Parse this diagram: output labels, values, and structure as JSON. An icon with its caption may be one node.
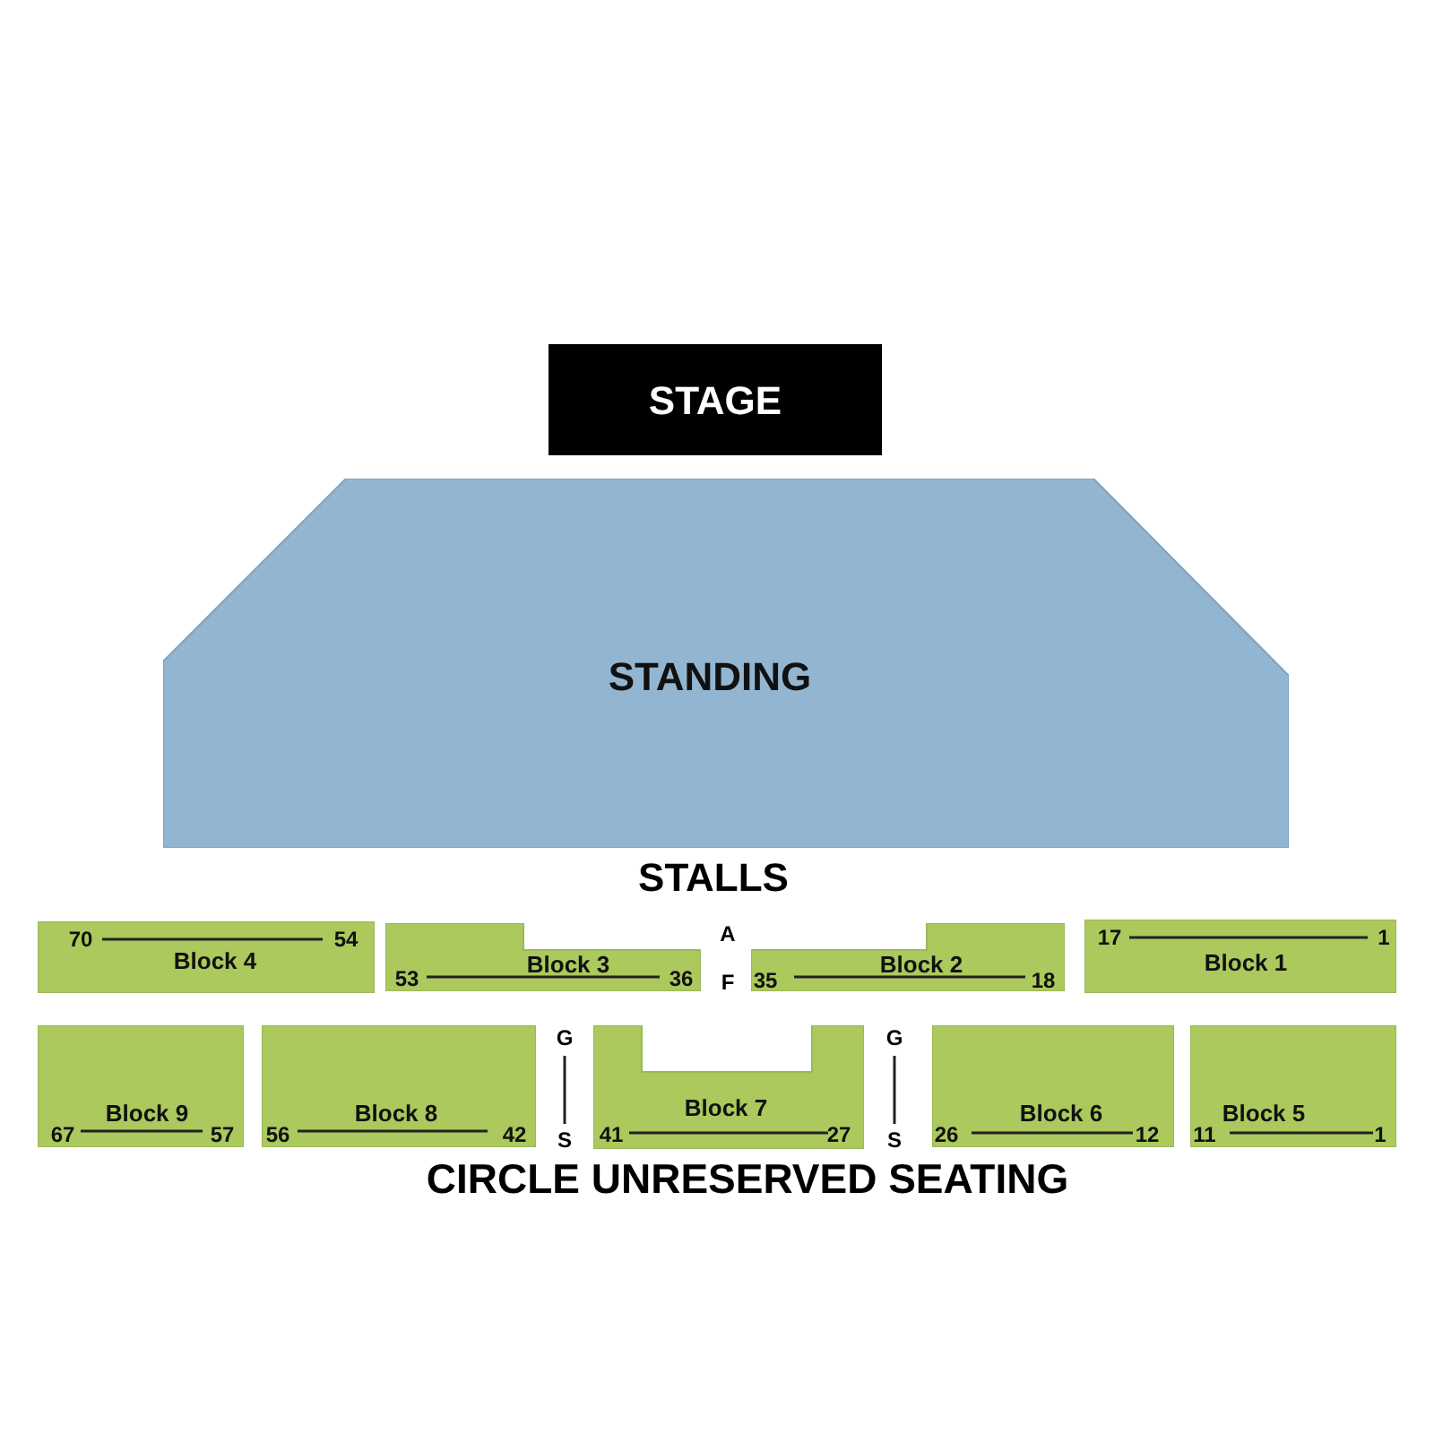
{
  "diagram": {
    "nodes": [
      {
        "text": [
          "STAGE"
        ]
      },
      {
        "text": [
          "STANDING"
        ]
      },
      {
        "text": [
          "70",
          "Block 4",
          "54"
        ]
      },
      {
        "text": [
          "Block 3",
          "53",
          "36"
        ]
      },
      {
        "text": [
          "Block 2",
          "35",
          "18"
        ]
      },
      {
        "text": [
          "17",
          "1",
          "Block 1"
        ]
      },
      {
        "text": [
          "Block 9",
          "67",
          "57"
        ]
      },
      {
        "text": [
          "Block 8",
          "56",
          "42"
        ]
      },
      {
        "text": [
          "Block 7",
          "41",
          "27"
        ]
      },
      {
        "text": [
          "Block 6",
          "26",
          "12"
        ]
      },
      {
        "text": [
          "Block 5",
          "11",
          "1"
        ]
      }
    ],
    "edges": [],
    "labels": [
      "STALLS",
      "A",
      "F",
      "G",
      "G",
      "S",
      "S",
      "CIRCLE UNRESERVED SEATING"
    ]
  }
}
